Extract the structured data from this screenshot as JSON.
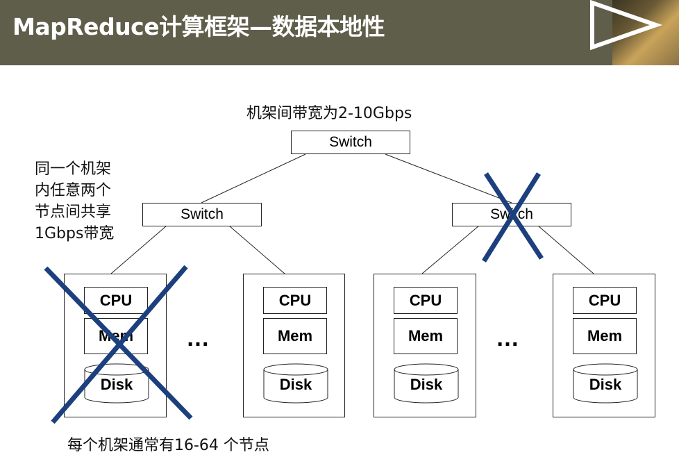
{
  "header": {
    "title": "MapReduce计算框架—数据本地性"
  },
  "notes": {
    "inter_rack": "机架间带宽为2-10Gbps",
    "intra_rack_lines": [
      "同一个机架",
      "内任意两个",
      "节点间共享",
      "1Gbps带宽"
    ],
    "nodes_per_rack": "每个机架通常有16-64 个节点"
  },
  "switches": {
    "core": "Switch",
    "rack_left": "Switch",
    "rack_right": "Switch"
  },
  "nodes": [
    {
      "cpu": "CPU",
      "mem": "Mem",
      "disk": "Disk",
      "crossed": true
    },
    {
      "cpu": "CPU",
      "mem": "Mem",
      "disk": "Disk",
      "crossed": false
    },
    {
      "cpu": "CPU",
      "mem": "Mem",
      "disk": "Disk",
      "crossed": false
    },
    {
      "cpu": "CPU",
      "mem": "Mem",
      "disk": "Disk",
      "crossed": false
    }
  ],
  "ellipsis": "…",
  "colors": {
    "header_bg": "#5f5e4b",
    "cross": "#1c3f7e"
  }
}
